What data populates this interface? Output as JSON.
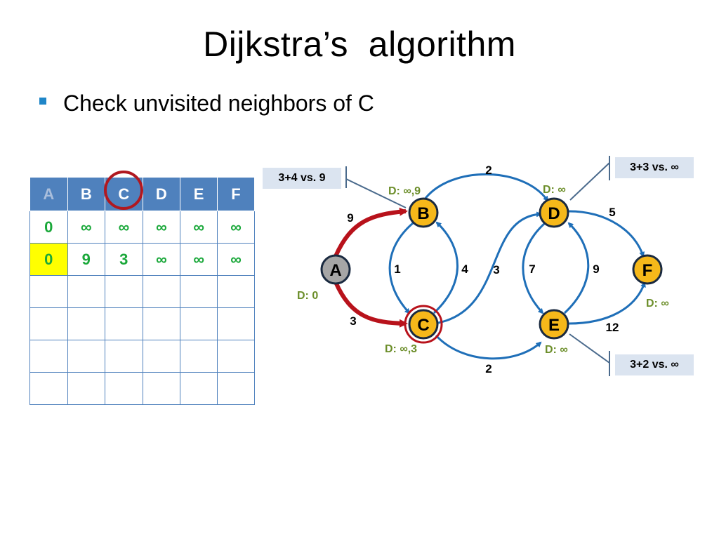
{
  "slide": {
    "title": "Dijkstra’s  algorithm",
    "bullet": "Check unvisited neighbors of C"
  },
  "table": {
    "headers": [
      "A",
      "B",
      "C",
      "D",
      "E",
      "F"
    ],
    "rows": [
      [
        "0",
        "∞",
        "∞",
        "∞",
        "∞",
        "∞"
      ],
      [
        "0",
        "9",
        "3",
        "∞",
        "∞",
        "∞"
      ],
      [
        "",
        "",
        "",
        "",
        "",
        ""
      ],
      [
        "",
        "",
        "",
        "",
        "",
        ""
      ],
      [
        "",
        "",
        "",
        "",
        "",
        ""
      ],
      [
        "",
        "",
        "",
        "",
        "",
        ""
      ]
    ]
  },
  "graph": {
    "nodes": {
      "A": "A",
      "B": "B",
      "C": "C",
      "D": "D",
      "E": "E",
      "F": "F"
    },
    "weights": {
      "AB": "9",
      "AC": "3",
      "BD": "2",
      "BC": "1",
      "CB": "4",
      "CD": "3",
      "DE": "7",
      "ED": "9",
      "DF": "5",
      "EF": "12",
      "CE": "2"
    },
    "distances": {
      "A": "D: 0",
      "B": "D: ∞,9",
      "C": "D: ∞,3",
      "D": "D: ∞",
      "E": "D: ∞",
      "F": "D: ∞"
    }
  },
  "callouts": {
    "b": "3+4 vs. 9",
    "d": "3+3 vs. ∞",
    "e": "3+2 vs. ∞"
  },
  "colors": {
    "node_fill": "#f6b81a",
    "start_fill": "#a6a6a6",
    "edge_blue": "#1f6fb8",
    "edge_red": "#b8121b",
    "table_header": "#4f81bd",
    "table_value": "#1aa83a",
    "highlight": "#ffff00",
    "distance_text": "#6c8e2a",
    "callout_bg": "#dbe4f0"
  }
}
